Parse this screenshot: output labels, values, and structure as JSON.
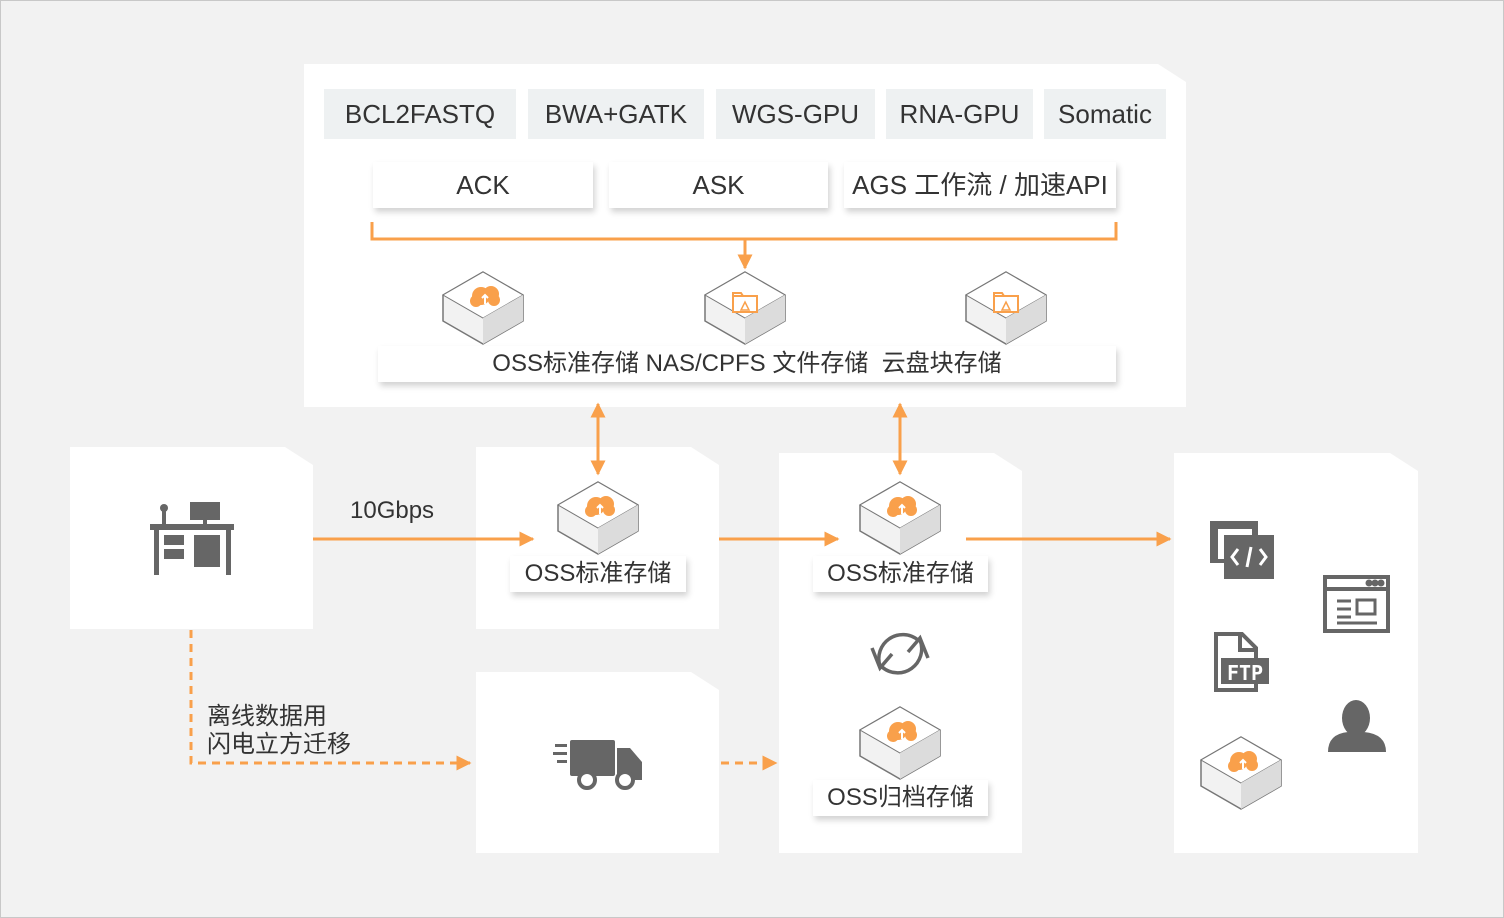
{
  "top_panel": {
    "pipelines": [
      "BCL2FASTQ",
      "BWA+GATK",
      "WGS-GPU",
      "RNA-GPU",
      "Somatic"
    ],
    "compute": [
      "ACK",
      "ASK",
      "AGS 工作流 / 加速API"
    ],
    "storage_label": "OSS标准存储 NAS/CPFS 文件存储  云盘块存储"
  },
  "link_speed": "10Gbps",
  "offline": {
    "line1": "离线数据用",
    "line2": "闪电立方迁移"
  },
  "oss_standard_label": "OSS标准存储",
  "oss_standard_label_2": "OSS标准存储",
  "oss_archive_label": "OSS归档存储",
  "colors": {
    "accent": "#f9a04b",
    "icon": "#666666",
    "tag_bg": "#eef1f2"
  }
}
